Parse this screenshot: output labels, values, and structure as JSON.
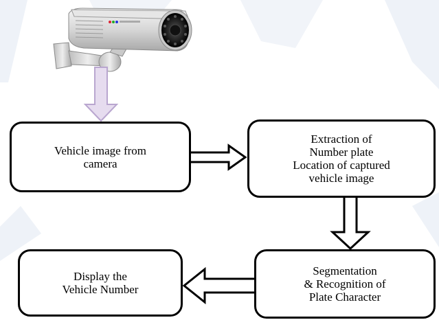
{
  "diagram": {
    "nodes": [
      {
        "id": "camera",
        "label": "Vehicle image from\ncamera"
      },
      {
        "id": "extract",
        "label": "Extraction of\nNumber plate\nLocation of captured\nvehicle image"
      },
      {
        "id": "segment",
        "label": "Segmentation\n& Recognition of\nPlate Character"
      },
      {
        "id": "display",
        "label": "Display the\nVehicle Number"
      }
    ],
    "edges": [
      {
        "from": "camera-device",
        "to": "camera"
      },
      {
        "from": "camera",
        "to": "extract"
      },
      {
        "from": "extract",
        "to": "segment"
      },
      {
        "from": "segment",
        "to": "display"
      }
    ]
  },
  "colors": {
    "arrow_fill": "#e6dcef",
    "arrow_stroke": "#b9a6cf",
    "watermark": "#e9eef6",
    "box_border": "#000000"
  },
  "icons": {
    "camera": "cctv-camera-icon"
  }
}
